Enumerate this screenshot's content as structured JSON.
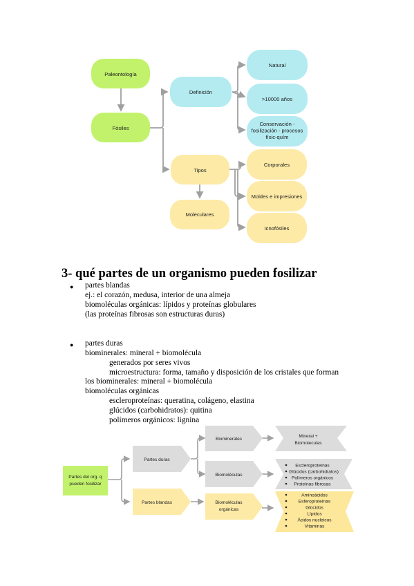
{
  "diagram1": {
    "paleontologia": "Paleontología",
    "fosiles": "Fósiles",
    "definicion": "Definición",
    "tipos": "Tipos",
    "natural": "Natural",
    "anios": ">10000 años",
    "conservacion": [
      "Conservación -",
      "fosilización - procesos",
      "físic-quím"
    ],
    "corporales": "Corporales",
    "moldes": "Moldes e impresiones",
    "icnofosiles": "Icnofósiles",
    "moleculares": "Moleculares"
  },
  "heading": "3- qué partes de un organismo pueden fosilizar",
  "text": {
    "partes_blandas": "partes blandas",
    "ej": "ej.: el corazón, medusa, interior de una almeja",
    "biomol_org": "biomoléculas orgánicas: lípidos y proteínas globulares",
    "fibrosas": "(las proteínas fibrosas son estructuras duras)",
    "partes_duras": "partes duras",
    "biominerales": "biominerales: mineral + biomolécula",
    "generados": "generados por seres vivos",
    "microestructura": "microestructura: forma, tamaño y disposición de los cristales que forman",
    "los_biominerales": "los biominerales: mineral + biomolécula",
    "biomoleculas_organicas": "biomoléculas orgánicas",
    "escleroproteinas": "escleroproteínas: queratina, colágeno, elastina",
    "glucidos": "glúcidos (carbohidratos): quitina",
    "polimeros": "polímeros orgánicos: lignina"
  },
  "diagram2": {
    "root": [
      "Partes del org. q",
      "pueden fosilizar"
    ],
    "partes_duras": "Partes duras",
    "partes_blandas": "Partes blandas",
    "biominerales": "Biominerales",
    "biomoleculas": "Biomoléculas",
    "biomoleculas_organicas": [
      "Biomoléculas",
      "orgánicas"
    ],
    "mineral_biomol": [
      "Mineral +",
      "Biomoleculas"
    ],
    "duras_list": [
      "Escleroproteínas",
      "Glúcidos (carbohidratos)",
      "Polímeros orgánicos",
      "Proteínas fibrosas"
    ],
    "blandas_list": [
      "Aminoácidos",
      "Esferoproteínas",
      "Glúcidos",
      "Lípidos",
      "Ácidos nucleicos",
      "Vitaminas"
    ]
  },
  "colors": {
    "green": "#c2f26c",
    "cyan": "#b3ebf0",
    "yellow": "#fdeaa6",
    "gray": "#dcdcdc",
    "bullet_yellow": "#fde79a",
    "connector": "#a0a0a0"
  }
}
